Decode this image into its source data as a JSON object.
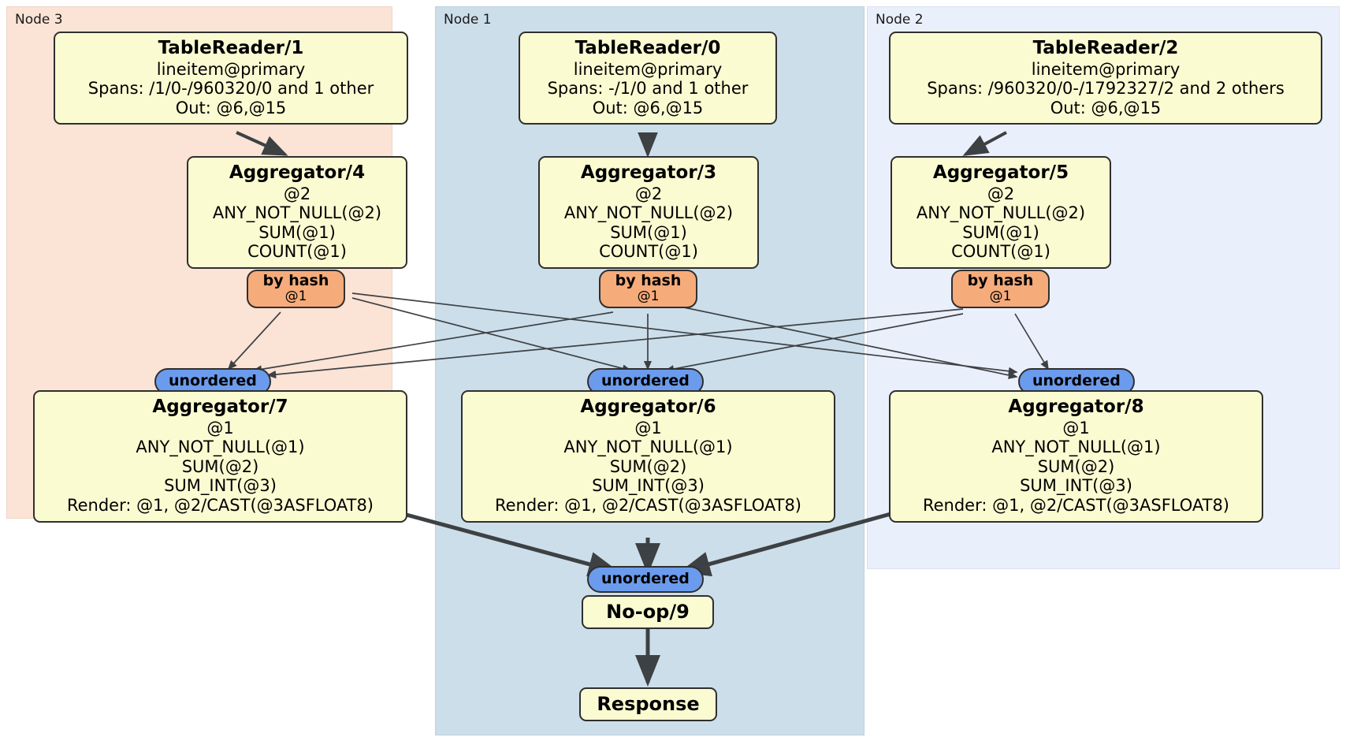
{
  "diagram": {
    "type": "distributed-query-plan",
    "title": "",
    "colors": {
      "node3_panel": "#fbe3d5",
      "node1_panel": "#ccdeea",
      "node2_panel": "#eaf0fb",
      "processor_box": "#fbfbd2",
      "hash_router": "#f6ab7a",
      "unordered_synchronizer": "#6b9bec",
      "edge": "#3d4144",
      "border": "#2f2f2f"
    }
  },
  "panels": [
    {
      "id": "node3",
      "label": "Node 3"
    },
    {
      "id": "node1",
      "label": "Node 1"
    },
    {
      "id": "node2",
      "label": "Node 2"
    }
  ],
  "processors": {
    "tablereader1": {
      "title": "TableReader/1",
      "lines": [
        "lineitem@primary",
        "Spans: /1/0-/960320/0 and 1 other",
        "Out: @6,@15"
      ]
    },
    "tablereader0": {
      "title": "TableReader/0",
      "lines": [
        "lineitem@primary",
        "Spans: -/1/0 and 1 other",
        "Out: @6,@15"
      ]
    },
    "tablereader2": {
      "title": "TableReader/2",
      "lines": [
        "lineitem@primary",
        "Spans: /960320/0-/1792327/2 and 2 others",
        "Out: @6,@15"
      ]
    },
    "aggregator4": {
      "title": "Aggregator/4",
      "lines": [
        "@2",
        "ANY_NOT_NULL(@2)",
        "SUM(@1)",
        "COUNT(@1)"
      ]
    },
    "aggregator3": {
      "title": "Aggregator/3",
      "lines": [
        "@2",
        "ANY_NOT_NULL(@2)",
        "SUM(@1)",
        "COUNT(@1)"
      ]
    },
    "aggregator5": {
      "title": "Aggregator/5",
      "lines": [
        "@2",
        "ANY_NOT_NULL(@2)",
        "SUM(@1)",
        "COUNT(@1)"
      ]
    },
    "aggregator7": {
      "title": "Aggregator/7",
      "lines": [
        "@1",
        "ANY_NOT_NULL(@1)",
        "SUM(@2)",
        "SUM_INT(@3)",
        "Render: @1, @2/CAST(@3ASFLOAT8)"
      ]
    },
    "aggregator6": {
      "title": "Aggregator/6",
      "lines": [
        "@1",
        "ANY_NOT_NULL(@1)",
        "SUM(@2)",
        "SUM_INT(@3)",
        "Render: @1, @2/CAST(@3ASFLOAT8)"
      ]
    },
    "aggregator8": {
      "title": "Aggregator/8",
      "lines": [
        "@1",
        "ANY_NOT_NULL(@1)",
        "SUM(@2)",
        "SUM_INT(@3)",
        "Render: @1, @2/CAST(@3ASFLOAT8)"
      ]
    },
    "noop9": {
      "title": "No-op/9"
    },
    "response": {
      "title": "Response"
    }
  },
  "routers": {
    "hash_left": {
      "type": "by hash",
      "column": "@1"
    },
    "hash_mid": {
      "type": "by hash",
      "column": "@1"
    },
    "hash_right": {
      "type": "by hash",
      "column": "@1"
    }
  },
  "synchronizers": {
    "unordered_left": {
      "label": "unordered"
    },
    "unordered_mid": {
      "label": "unordered"
    },
    "unordered_right": {
      "label": "unordered"
    },
    "unordered_final": {
      "label": "unordered"
    }
  }
}
